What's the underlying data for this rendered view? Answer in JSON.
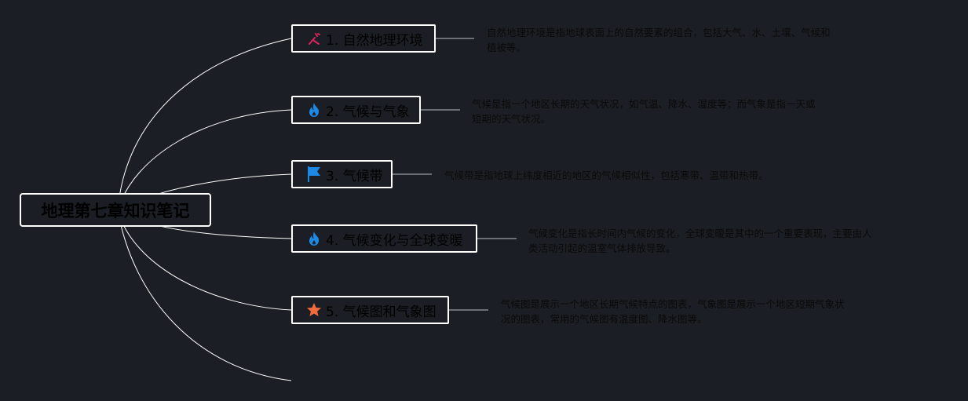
{
  "central": "地理第七章知识笔记",
  "topics": [
    {
      "label": "1. 自然地理环境",
      "icon": "tools-icon",
      "icon_color": "#e0245e",
      "note": [
        "自然地理环境是指地球表面上的自然要素的组合，包括大气、水、土壤、气候和",
        "植被等。"
      ]
    },
    {
      "label": "2. 气候与气象",
      "icon": "flame-icon",
      "icon_color": "#1e88e5",
      "note": [
        "气候是指一个地区长期的天气状况，如气温、降水、湿度等；而气象是指一天或",
        "短期的天气状况。"
      ]
    },
    {
      "label": "3. 气候带",
      "icon": "flag-icon",
      "icon_color": "#1e88e5",
      "note": [
        "气候带是指地球上纬度相近的地区的气候相似性，包括寒带、温带和热带。"
      ]
    },
    {
      "label": "4. 气候变化与全球变暖",
      "icon": "flame-icon",
      "icon_color": "#1e88e5",
      "note": [
        "气候变化是指长时间内气候的变化，全球变暖是其中的一个重要表现，主要由人",
        "类活动引起的温室气体排放导致。"
      ]
    },
    {
      "label": "5. 气候图和气象图",
      "icon": "star-icon",
      "icon_color": "#f26b3a",
      "note": [
        "气候图是展示一个地区长期气候特点的图表，气象图是展示一个地区短期气象状",
        "况的图表，常用的气候图有温度图、降水图等。"
      ]
    }
  ]
}
